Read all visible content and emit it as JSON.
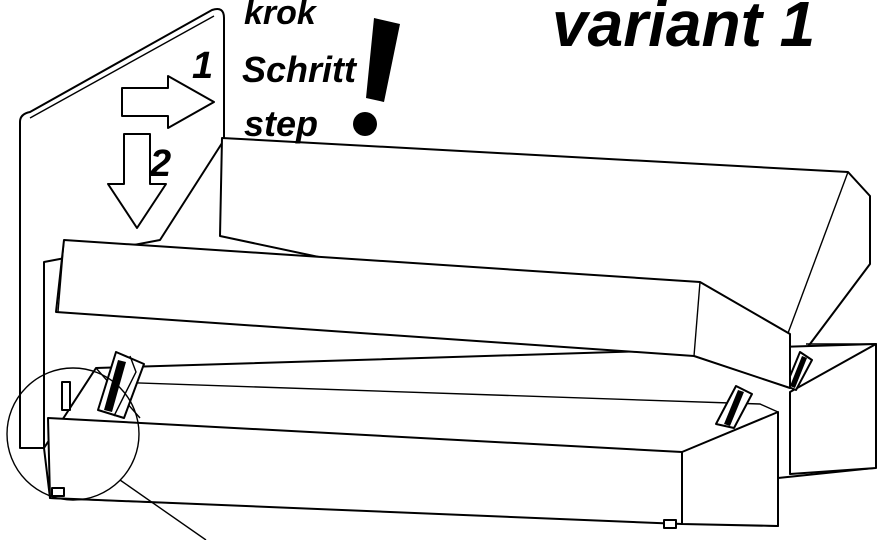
{
  "title": "variant 1",
  "step_words": [
    "krok",
    "Schritt",
    "step"
  ],
  "step_numbers": {
    "first": "1",
    "second": "2"
  },
  "exclamation": "!",
  "colors": {
    "ink": "#000000",
    "paper": "#ffffff"
  }
}
